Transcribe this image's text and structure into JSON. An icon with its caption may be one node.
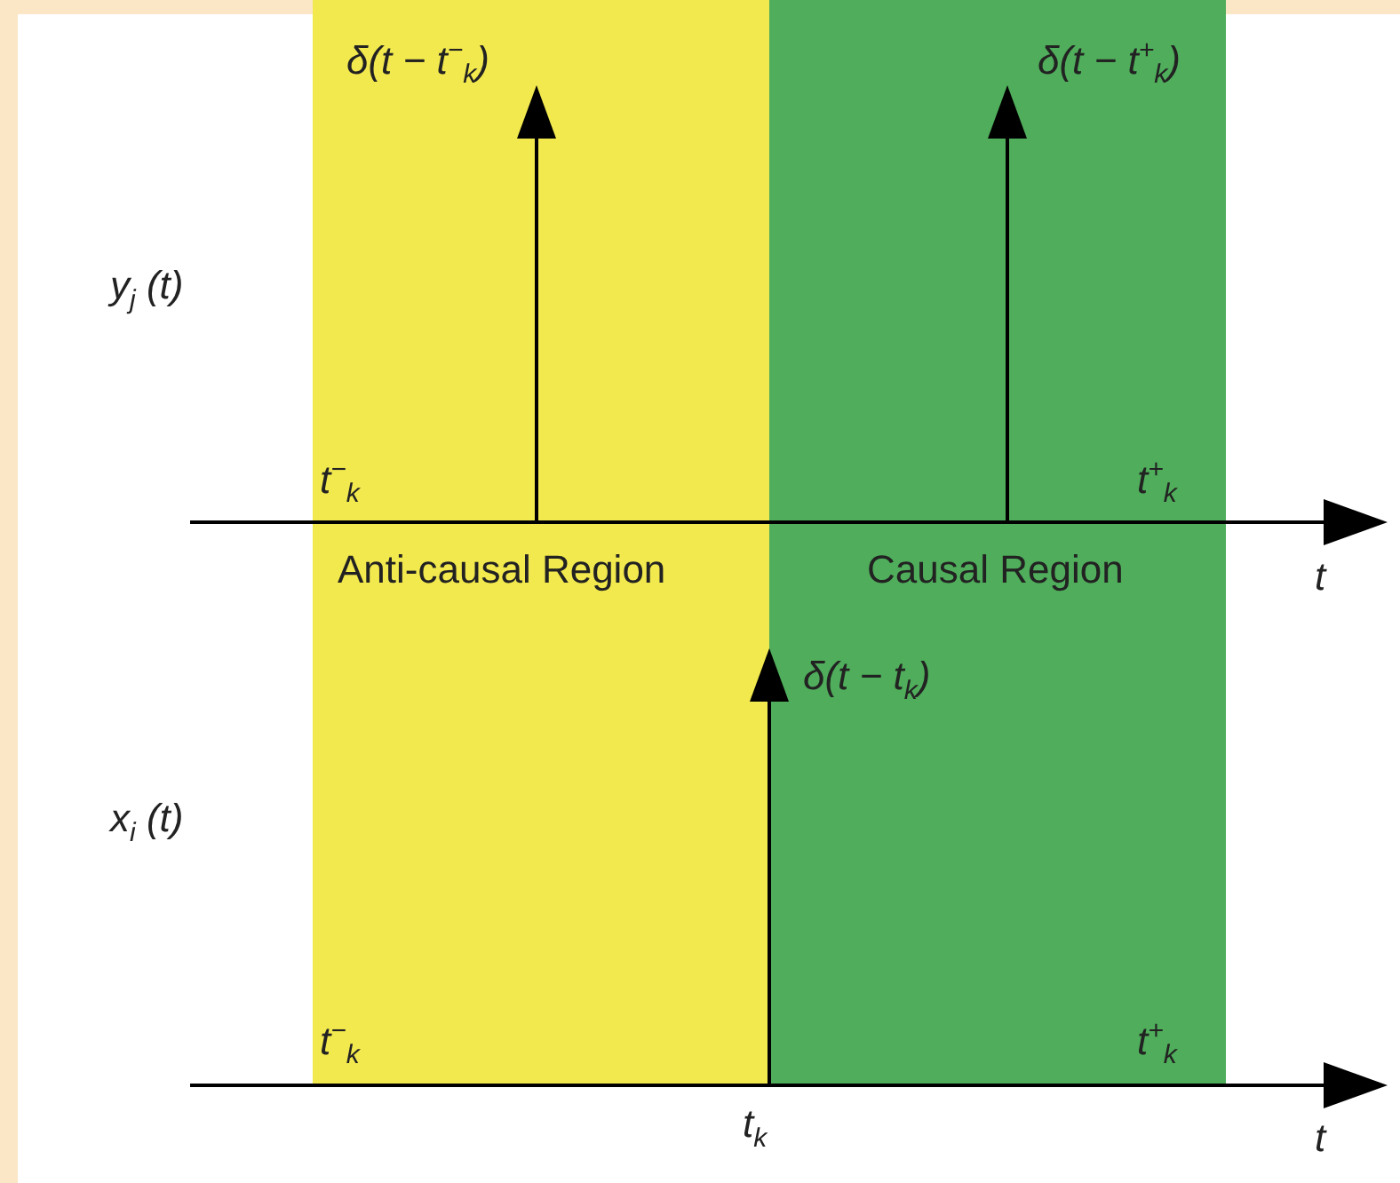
{
  "diagram": {
    "nodes": [
      {
        "text": [
          "Anti-causal Region"
        ]
      },
      {
        "text": [
          "Causal Region"
        ]
      }
    ],
    "edges": [],
    "labels": [
      "δ(t − t$^{−}$$_{k}$)",
      "δ(t − t$^{+}$$_{k}$)",
      "y$_{j}$ (t)",
      "t$^{−}$$_{k}$",
      "t$^{+}$$_{k}$",
      "t",
      "δ(t − t$_{k}$)",
      "x$_{i}$ (t)",
      "t$^{−}$$_{k}$",
      "t$^{+}$$_{k}$",
      "t$_{k}$",
      "t"
    ]
  }
}
